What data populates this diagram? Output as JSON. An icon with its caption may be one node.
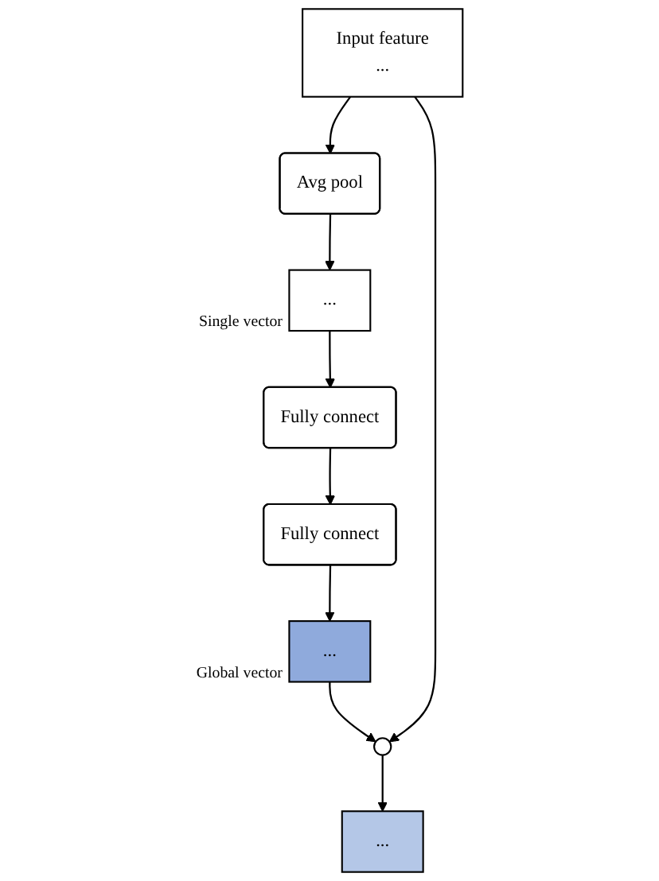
{
  "diagram": {
    "nodes": [
      {
        "text": [
          "Input feature",
          "..."
        ]
      },
      {
        "text": [
          "Avg pool"
        ]
      },
      {
        "text": [
          "..."
        ],
        "beside": [
          "Single vector"
        ]
      },
      {
        "text": [
          "Fully connect"
        ]
      },
      {
        "text": [
          "Fully connect"
        ]
      },
      {
        "text": [
          "..."
        ],
        "beside": [
          "Global vector"
        ]
      },
      {
        "text": [],
        "shape": "circle"
      },
      {
        "text": [
          "..."
        ]
      }
    ],
    "edges": [
      {
        "from": 0,
        "to": 1,
        "arrow": "to"
      },
      {
        "from": 1,
        "to": 2,
        "arrow": "to"
      },
      {
        "from": 2,
        "to": 3,
        "arrow": "to"
      },
      {
        "from": 3,
        "to": 4,
        "arrow": "to"
      },
      {
        "from": 4,
        "to": 5,
        "arrow": "to"
      },
      {
        "from": 5,
        "to": 6,
        "arrow": "to"
      },
      {
        "from": 0,
        "to": 6,
        "arrow": "to"
      },
      {
        "from": 6,
        "to": 7,
        "arrow": "to"
      }
    ]
  }
}
